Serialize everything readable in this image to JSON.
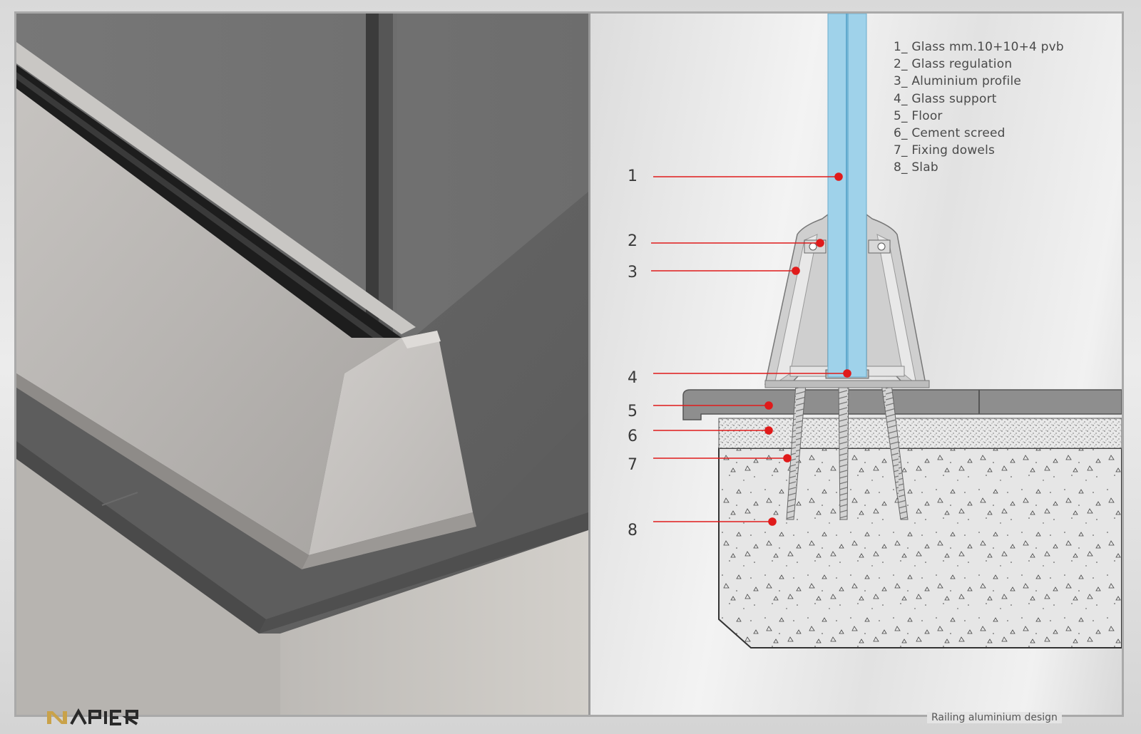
{
  "legend": {
    "items": [
      "1_ Glass mm.10+10+4 pvb",
      "2_ Glass regulation",
      "3_ Aluminium profile",
      "4_ Glass support",
      "5_ Floor",
      "6_ Cement screed",
      "7_ Fixing dowels",
      "8_ Slab"
    ]
  },
  "callouts": [
    "1",
    "2",
    "3",
    "4",
    "5",
    "6",
    "7",
    "8"
  ],
  "footer": {
    "caption": "Railing aluminium design"
  },
  "brand": {
    "logo_text": "NAPIER"
  },
  "colors": {
    "callout_red": "#e01b1b",
    "glass": "#9fd2ea",
    "aluminium": "#cfcfcf",
    "floor": "#8d8d8d",
    "concrete": "#e3e3e3"
  }
}
